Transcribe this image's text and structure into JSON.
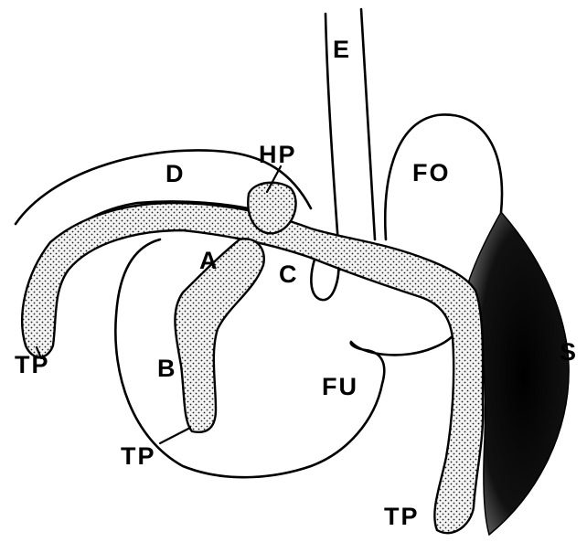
{
  "diagram": {
    "labels": {
      "E": "E",
      "HP": "HP",
      "D": "D",
      "FO": "FO",
      "A": "A",
      "C": "C",
      "B": "B",
      "FU": "FU",
      "S": "S",
      "TP_left": "TP",
      "TP_bottom_left": "TP",
      "TP_bottom_right": "TP"
    },
    "colors": {
      "ink": "#000000",
      "paper": "#ffffff",
      "stipple": "#222222"
    }
  }
}
